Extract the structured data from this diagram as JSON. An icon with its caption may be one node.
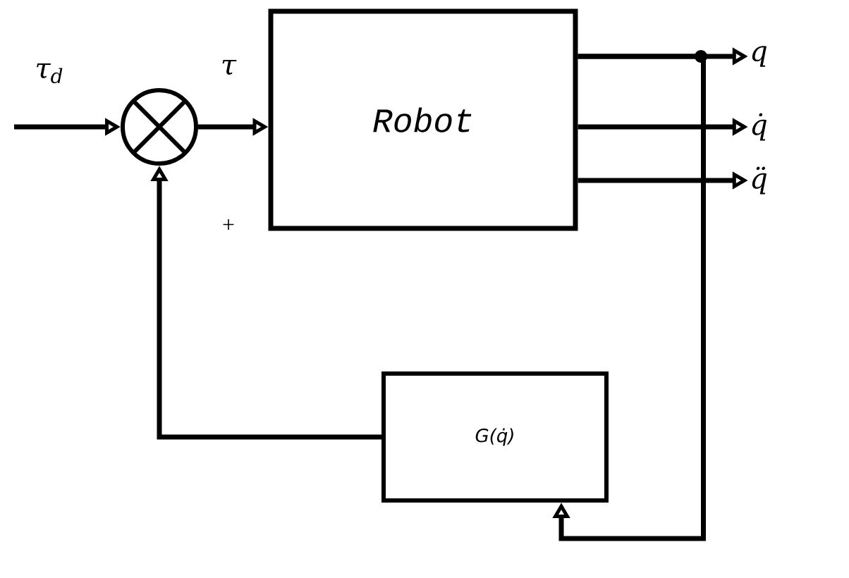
{
  "diagram": {
    "nodes": [
      {
        "text": [],
        "shape": "circle"
      },
      {
        "text": [
          "Robot"
        ]
      },
      {
        "text": [
          "G(q̇)"
        ]
      },
      {
        "text": [
          "q"
        ]
      },
      {
        "text": [
          "q̇"
        ]
      },
      {
        "text": [
          "q̈"
        ]
      }
    ],
    "edges": [
      {
        "from": null,
        "to": 0,
        "arrow": "to",
        "label": "τ$_{d}$"
      },
      {
        "from": 0,
        "to": 1,
        "arrow": "to",
        "label": "τ"
      },
      {
        "from": 1,
        "to": 3,
        "arrow": "to"
      },
      {
        "from": 1,
        "to": 4,
        "arrow": "to"
      },
      {
        "from": 1,
        "to": 5,
        "arrow": "to"
      },
      {
        "from": 1,
        "to": 2,
        "arrow": "to"
      },
      {
        "from": 2,
        "to": 0,
        "arrow": "to"
      }
    ],
    "labels": [
      "+"
    ]
  }
}
